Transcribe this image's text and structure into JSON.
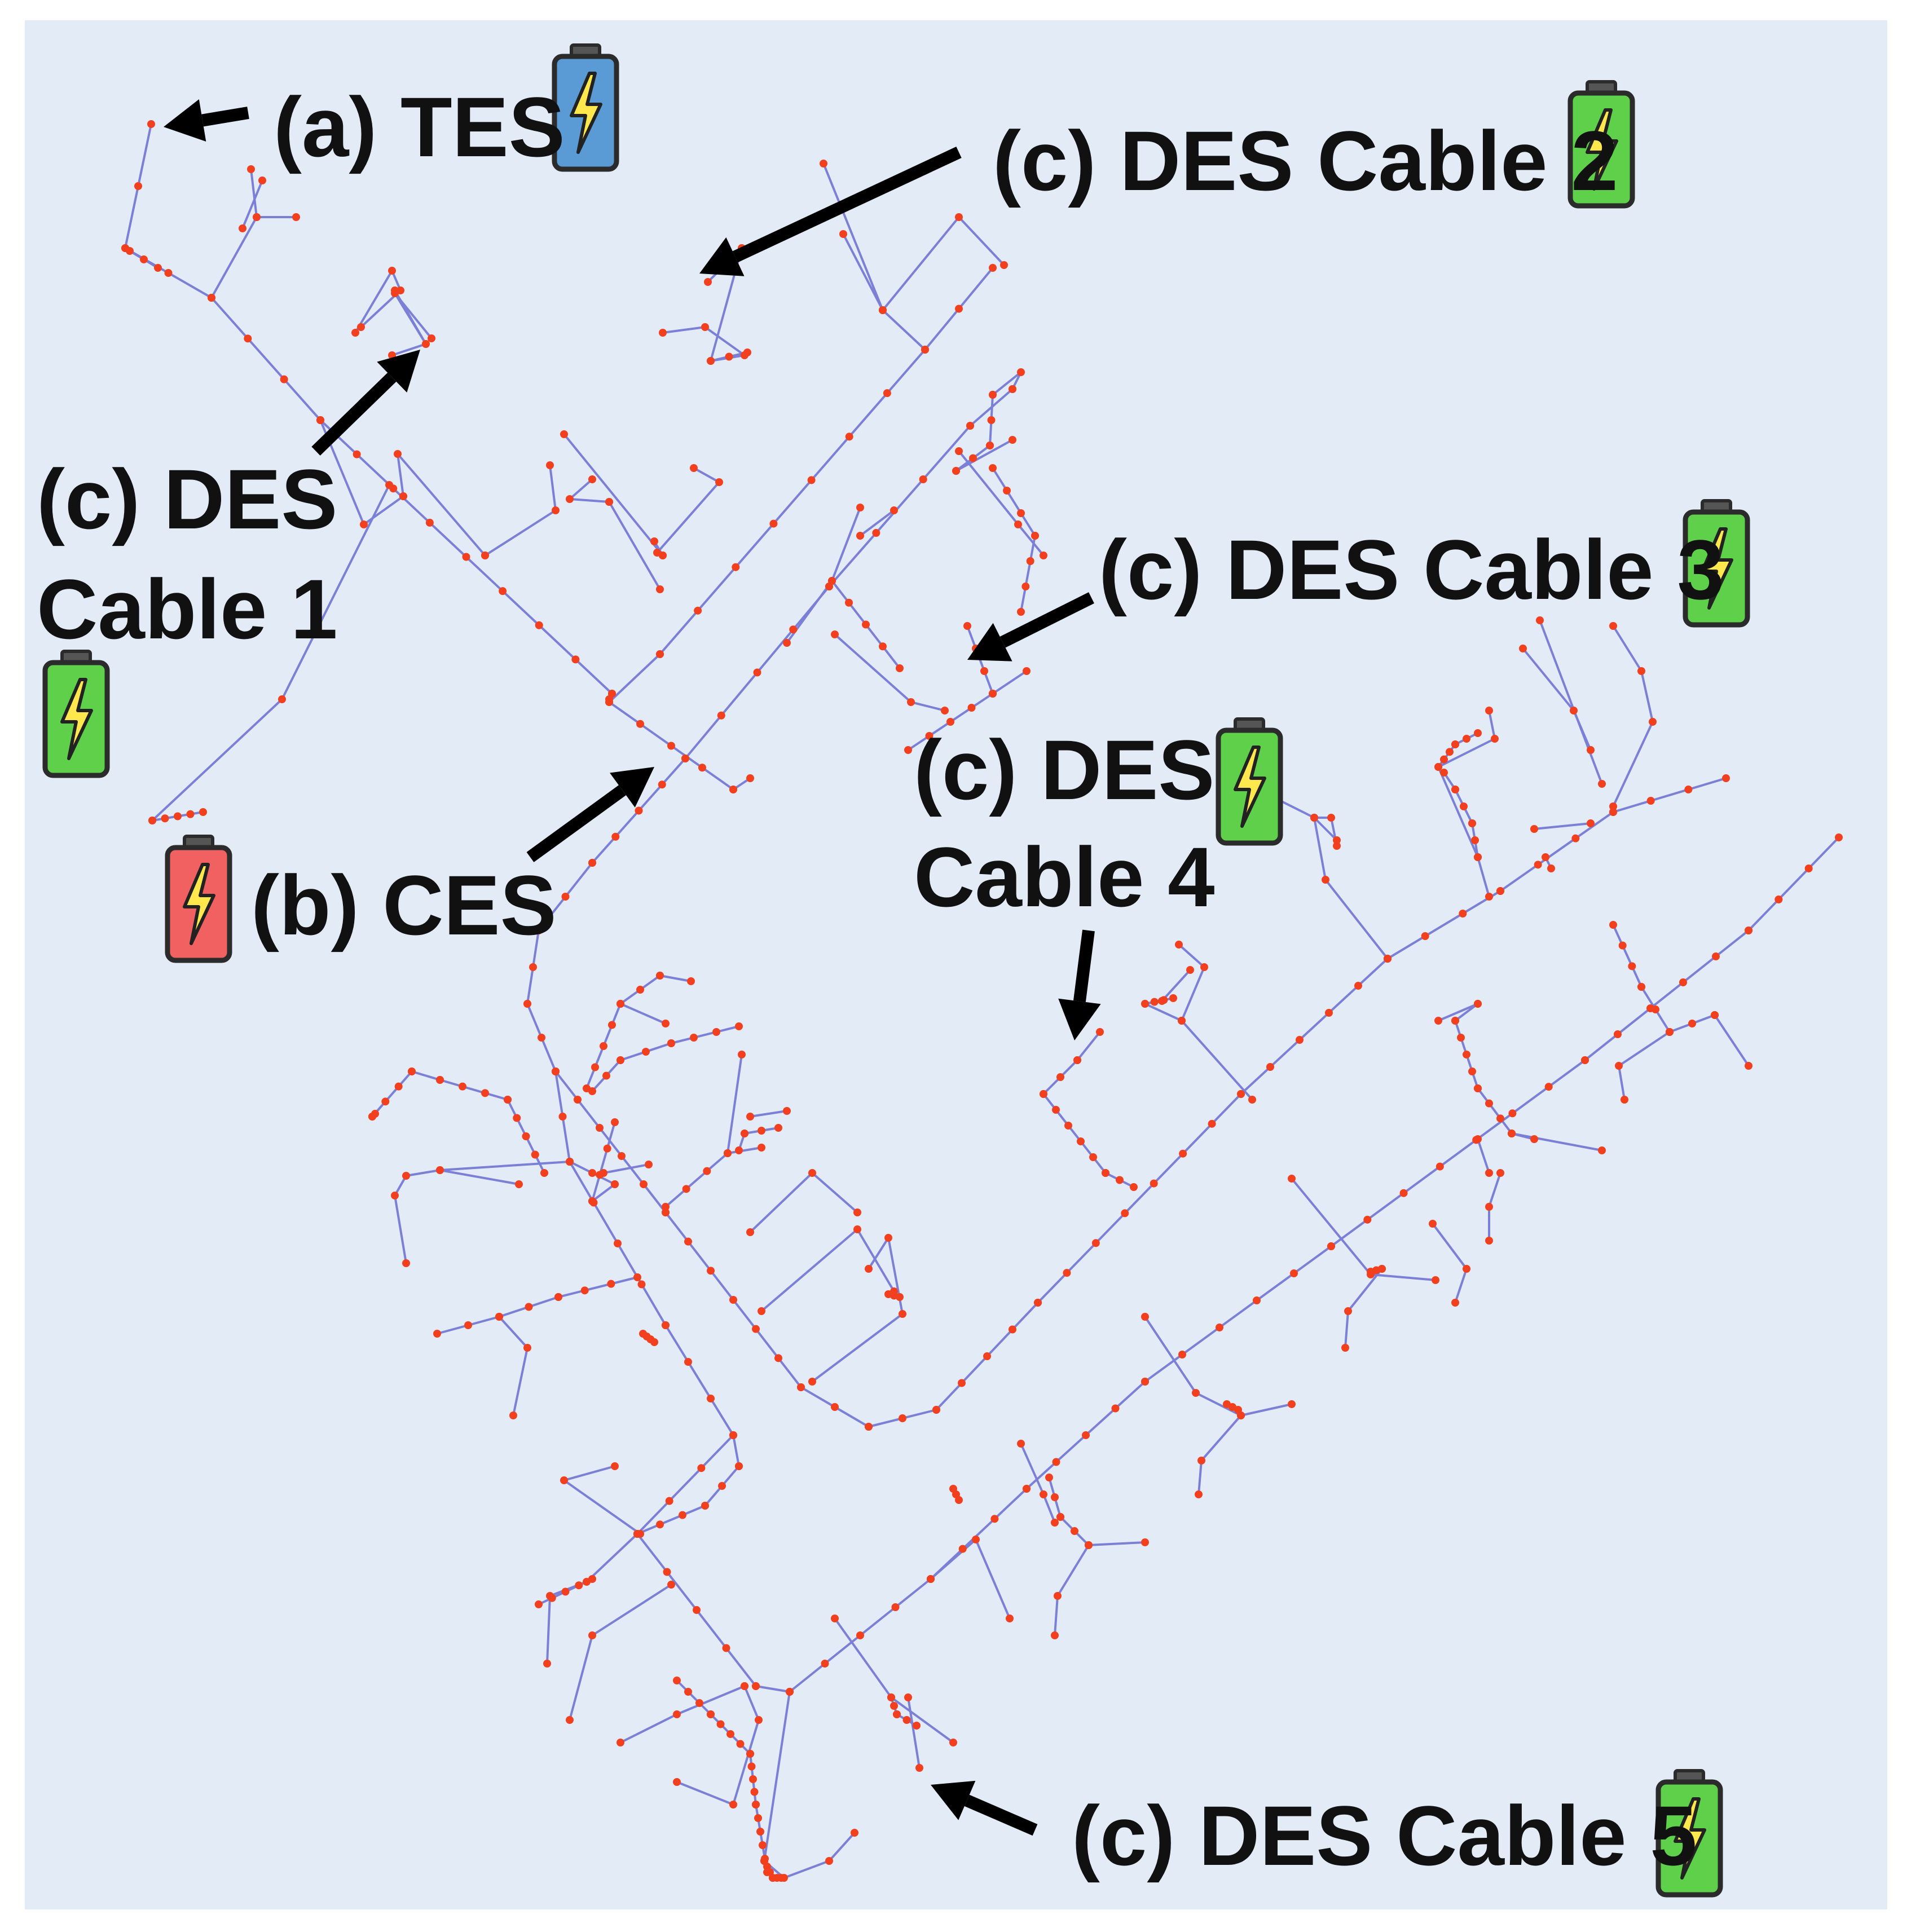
{
  "labels": {
    "tes": "(a) TES",
    "ces": "(b) CES",
    "des_cable_1_line1": "(c) DES",
    "des_cable_1_line2": "Cable 1",
    "des_cable_2": "(c) DES Cable 2",
    "des_cable_3": "(c) DES Cable 3",
    "des_cable_4_line1": "(c) DES",
    "des_cable_4_line2": "Cable 4",
    "des_cable_5": "(c) DES Cable 5"
  },
  "colors": {
    "background": "#e2ebf6",
    "network_line": "#7b7fd6",
    "node": "#f2401e",
    "arrow": "#000000",
    "battery_tes": "#5b9bd5",
    "battery_ces": "#f26161",
    "battery_des": "#5fd04a"
  },
  "icons": {
    "tes": "battery-blue-icon",
    "ces": "battery-red-icon",
    "des": "battery-green-icon",
    "arrow": "arrow-icon"
  }
}
